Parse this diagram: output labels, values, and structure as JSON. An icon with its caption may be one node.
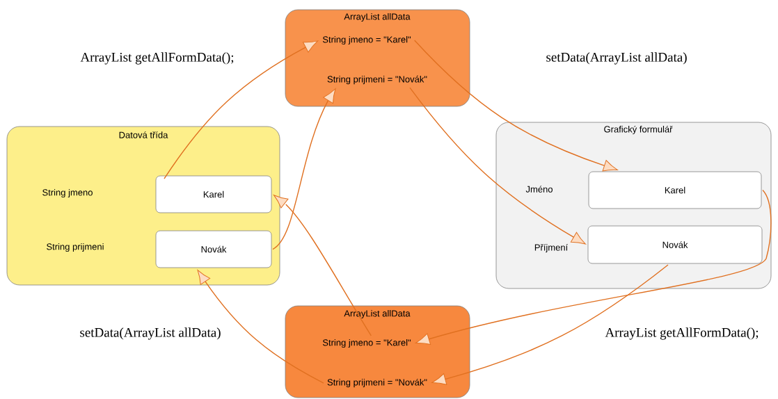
{
  "diagram": {
    "nodes": [
      {
        "text": [
          "Datová třída",
          "String jmeno",
          "String prijmeni"
        ]
      },
      {
        "text": [
          "Karel"
        ],
        "in": 0
      },
      {
        "text": [
          "Novák"
        ],
        "in": 0
      },
      {
        "text": [
          "ArrayList allData"
        ]
      },
      {
        "text": [
          "String jmeno = \"Karel\""
        ],
        "in": 3
      },
      {
        "text": [
          "String prijmeni = \"Novák\""
        ],
        "in": 3
      },
      {
        "text": [
          "Grafický formulář",
          "Jméno",
          "Příjmení"
        ]
      },
      {
        "text": [
          "Karel"
        ],
        "in": 6
      },
      {
        "text": [
          "Novák"
        ],
        "in": 6
      },
      {
        "text": [
          "ArrayList allData"
        ]
      },
      {
        "text": [
          "String jmeno = \"Karel\""
        ],
        "in": 9
      },
      {
        "text": [
          "String prijmeni = \"Novák\""
        ],
        "in": 9
      }
    ],
    "edges": [
      {
        "from": 1,
        "to": 4,
        "arrow": "to"
      },
      {
        "from": 2,
        "to": 5,
        "arrow": "to"
      },
      {
        "from": 4,
        "to": 7,
        "arrow": "to"
      },
      {
        "from": 5,
        "to": 8,
        "arrow": "to"
      },
      {
        "from": 7,
        "to": 10,
        "arrow": "to"
      },
      {
        "from": 8,
        "to": 11,
        "arrow": "to"
      },
      {
        "from": 10,
        "to": 1,
        "arrow": "to"
      },
      {
        "from": 11,
        "to": 2,
        "arrow": "to"
      }
    ],
    "labels": [
      "ArrayList getAllFormData();",
      "setData(ArrayList allData)",
      "setData(ArrayList allData)",
      "ArrayList getAllFormData();"
    ]
  }
}
